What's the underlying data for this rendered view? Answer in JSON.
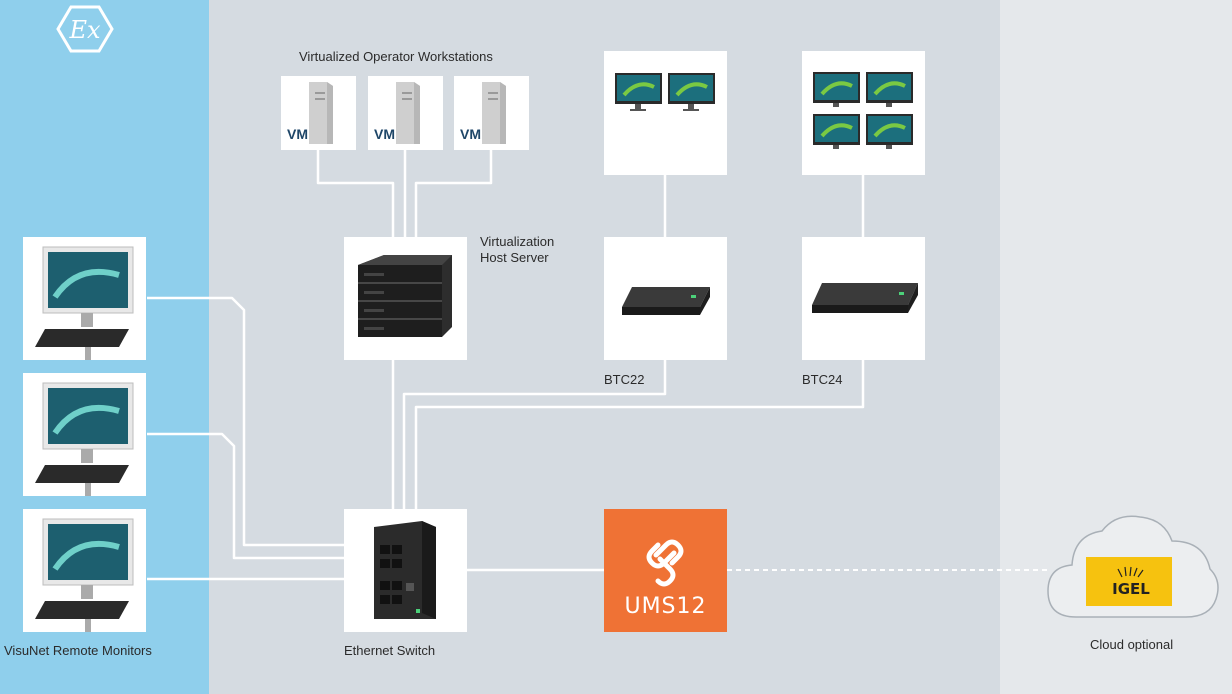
{
  "labels": {
    "virtualized_workstations": "Virtualized Operator Workstations",
    "virtualization_host_line1": "Virtualization",
    "virtualization_host_line2": "Host Server",
    "btc22": "BTC22",
    "btc24": "BTC24",
    "ethernet_switch": "Ethernet Switch",
    "visunet_monitors": "VisuNet Remote Monitors",
    "cloud_optional": "Cloud optional"
  },
  "vms": [
    "VM",
    "VM",
    "VM"
  ],
  "ums_label": "UMS12",
  "igel_label": "IGEL",
  "ex_symbol": "Ex",
  "colors": {
    "ex_zone": "#8fcfec",
    "safe_zone": "#d5dbe1",
    "cloud_zone": "#e5e8eb",
    "ums_orange": "#ef7235",
    "igel_yellow": "#f6c20f"
  }
}
